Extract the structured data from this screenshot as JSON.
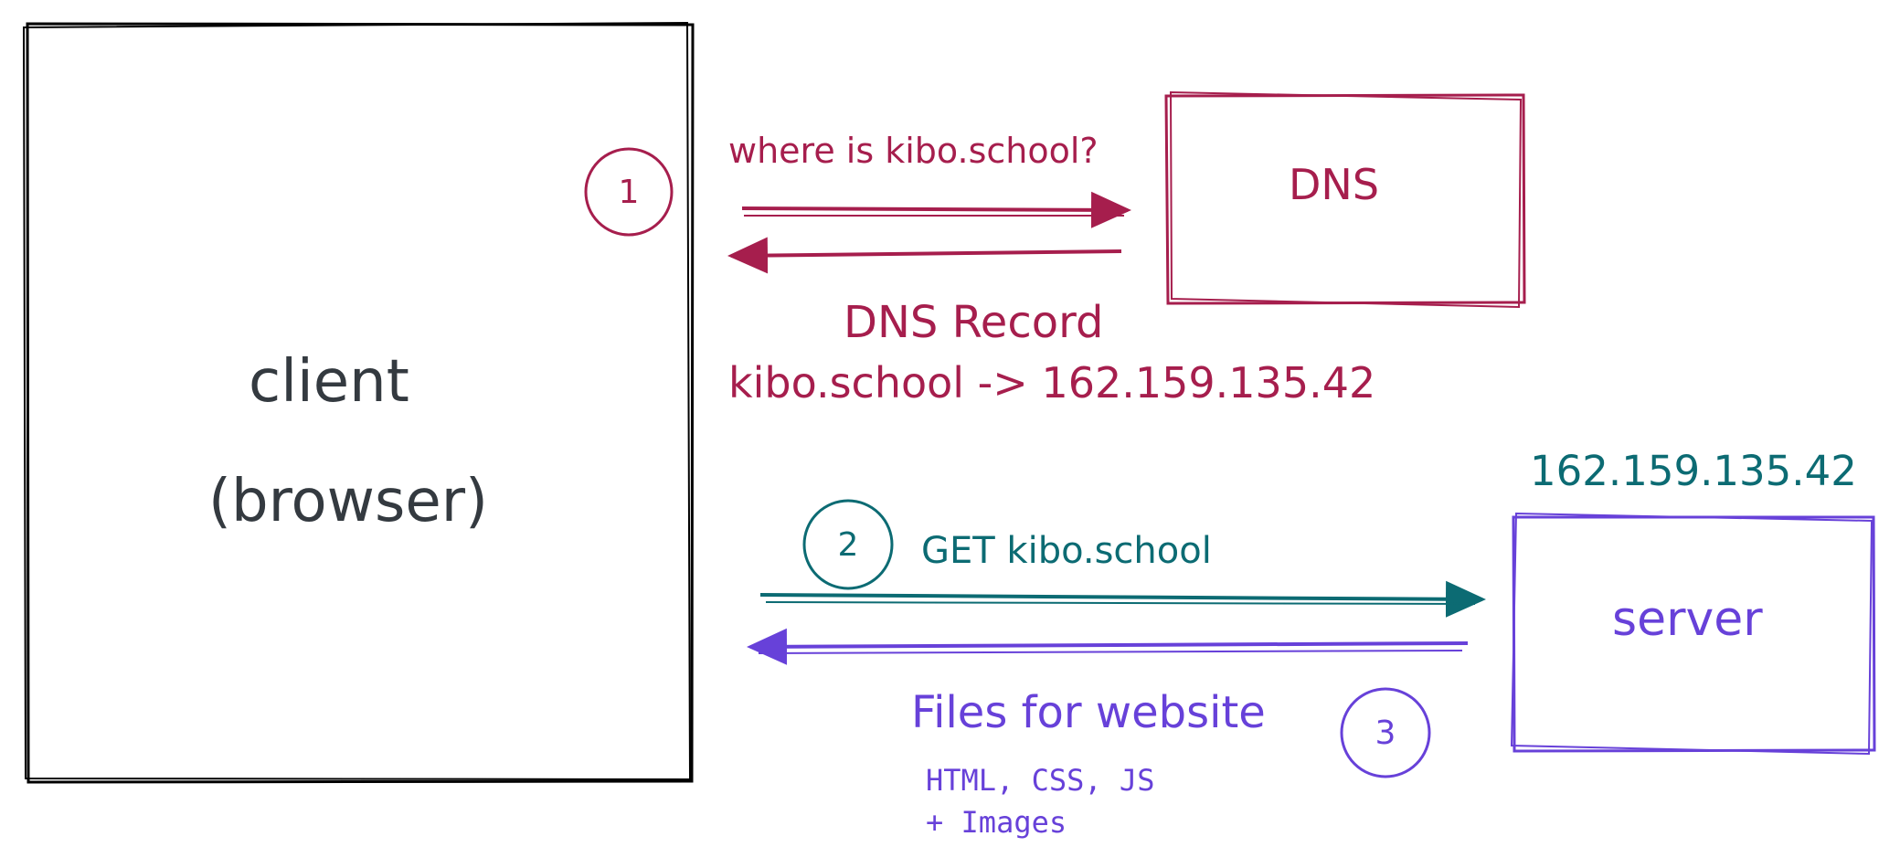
{
  "nodes": {
    "client": {
      "line1": "client",
      "line2": "(browser)"
    },
    "dns": {
      "label": "DNS"
    },
    "server": {
      "label": "server",
      "ip": "162.159.135.42"
    }
  },
  "steps": [
    {
      "number": "1"
    },
    {
      "number": "2"
    },
    {
      "number": "3"
    }
  ],
  "edges": {
    "dns_query": {
      "label": "where is kibo.school?"
    },
    "dns_response": {
      "title": "DNS Record",
      "record": "kibo.school -> 162.159.135.42"
    },
    "http_request": {
      "label": "GET kibo.school"
    },
    "http_response": {
      "title": "Files for website",
      "details_line1": "HTML, CSS, JS",
      "details_line2": "+ Images"
    }
  },
  "colors": {
    "client": "#000000",
    "client_text": "#343a40",
    "dns": "#a61e4d",
    "request": "#0c6b73",
    "server": "#6741d9"
  }
}
